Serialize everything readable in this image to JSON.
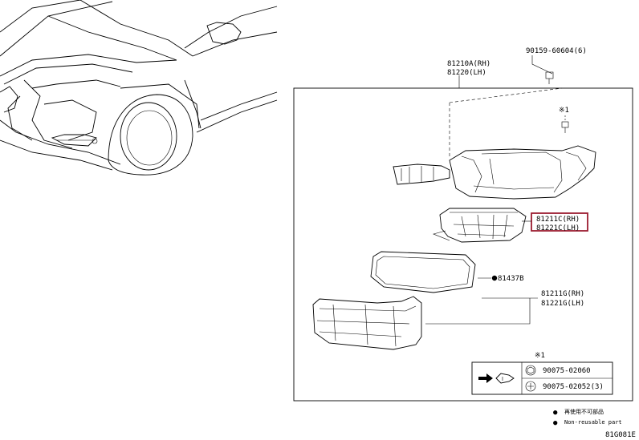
{
  "callouts": {
    "fog_lamp_assembly": [
      "81210A(RH)",
      "81220(LH)"
    ],
    "screw": "90159-60604(6)",
    "screw_mark": "※1",
    "bulb_unit": [
      "81211C(RH)",
      "81221C(LH)"
    ],
    "gasket": "81437B",
    "lens_cover": [
      "81211G(RH)",
      "81221G(LH)"
    ]
  },
  "fastener_box": {
    "mark": "※1",
    "rows": [
      {
        "icon": "hex-icon",
        "part": "90075-02060"
      },
      {
        "icon": "cross-icon",
        "part": "90075-02052(3)"
      }
    ]
  },
  "legend": [
    {
      "symbol": "●",
      "text": "再使用不可部品"
    },
    {
      "symbol": "●",
      "text": "Non-reusable part"
    }
  ],
  "diagram_code": "81G081E",
  "colors": {
    "highlight": "#9b1b30",
    "line": "#000000"
  }
}
